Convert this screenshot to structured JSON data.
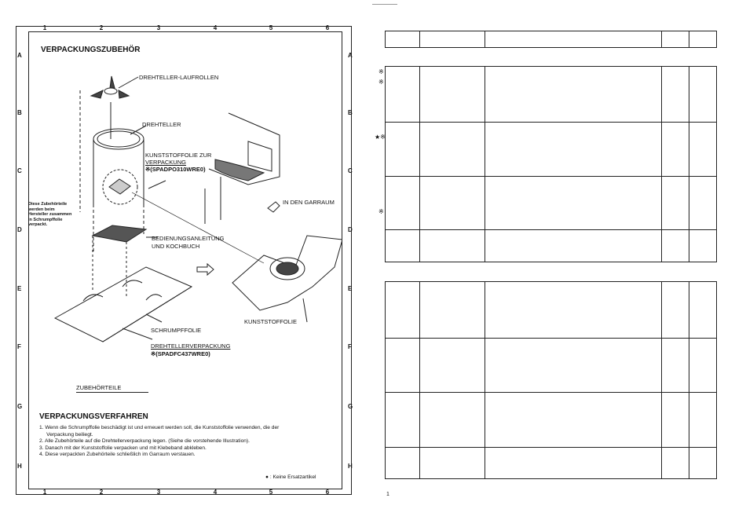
{
  "columns": [
    "1",
    "2",
    "3",
    "4",
    "5",
    "6"
  ],
  "rows": [
    "A",
    "B",
    "C",
    "D",
    "E",
    "F",
    "G",
    "H"
  ],
  "section_title": "VERPACKUNGSZUBEHÖR",
  "labels": {
    "laufrollen": "DREHTELLER-LAUFROLLEN",
    "drehteller": "DREHTELLER",
    "folie_zur_1": "KUNSTSTOFFOLIE ZUR",
    "folie_zur_2": "VERPACKUNG",
    "folie_code": "※(SPADPO310WRE0)",
    "garraum": "IN DEN GARRAUM",
    "note_1": "Diese Zubehörteile",
    "note_2": "werden beim",
    "note_3": "Hersteller zusammen",
    "note_4": "in Schrumpffolie",
    "note_5": "verpackt.",
    "anleitung_1": "BEDIENUNGSANLEITUNG",
    "anleitung_2": "UND KOCHBUCH",
    "kunststoffolie": "KUNSTSTOFFOLIE",
    "schrumpffolie": "SCHRUMPFFOLIE",
    "drehtellerverpackung": "DREHTELLERVERPACKUNG",
    "dtv_code": "※(SPADFC437WRE0)",
    "zubehorteile": "ZUBEHÖRTEILE"
  },
  "procedure": {
    "title": "VERPACKUNGSVERFAHREN",
    "steps": [
      "1.  Wenn die Schrumpffolie beschädigt ist und erneuert werden soll, die Kunststoffolie verwenden, die der",
      "     Verpackung beiliegt.",
      "2.  Alle Zubehörteile auf die Drehtellerverpackung legen. (Siehe die vorstehende Illustration).",
      "3.  Danach mit der Kunststoffolie verpacken und mit Klebeband abkleben.",
      "4.  Diese verpackten Zubehörteile schließlich im Garraum verstauen."
    ],
    "legend": "●  :  Keine Ersatzartikel"
  },
  "right_marks": [
    "※",
    "※",
    "★※",
    "※"
  ],
  "footer_mark": "1"
}
